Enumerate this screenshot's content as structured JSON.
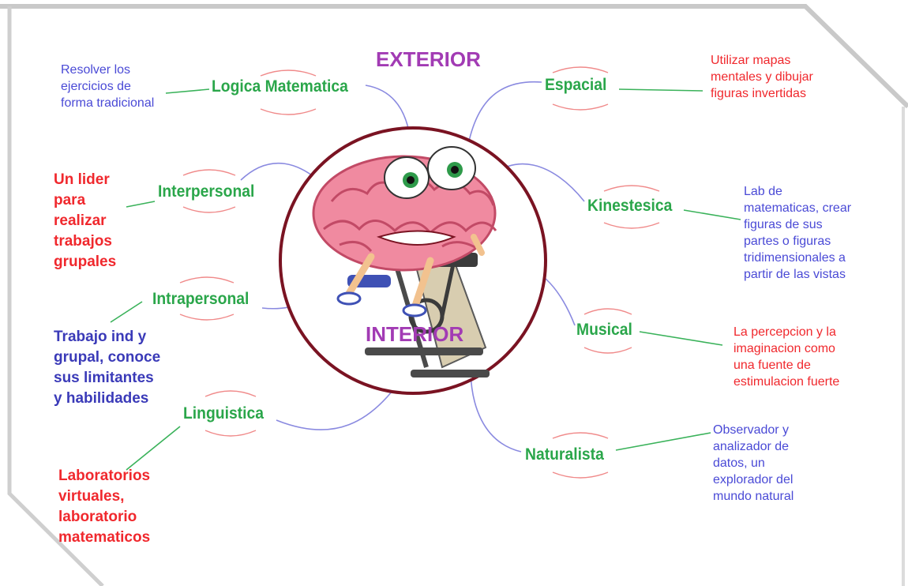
{
  "heading_top": "EXTERIOR",
  "heading_center": "INTERIOR",
  "nodes": {
    "logica": "Logica Matematica",
    "espacial": "Espacial",
    "interpersonal": "Interpersonal",
    "kinestesica": "Kinestesica",
    "intrapersonal": "Intrapersonal",
    "musical": "Musical",
    "linguistica": "Linguistica",
    "naturalista": "Naturalista"
  },
  "notes": {
    "logica": "Resolver los\nejercicios de\nforma tradicional",
    "espacial": "Utilizar mapas\nmentales y dibujar\nfiguras invertidas",
    "interpersonal": "Un lider\npara\nrealizar\ntrabajos\ngrupales",
    "kinestesica": "Lab de\nmatematicas, crear\nfiguras de sus\npartes o figuras\ntridimensionales a\npartir de las vistas",
    "intrapersonal": "Trabajo ind y\ngrupal, conoce\nsus limitantes\ny habilidades",
    "musical": "La percepcion y la\nimaginacion como\nuna fuente de\nestimulacion fuerte",
    "linguistica": "Laboratorios\nvirtuales,\nlaboratorio\nmatematicos",
    "naturalista": "Observador y\nanalizador de\ndatos, un\nexplorador del\nmundo natural"
  },
  "colors": {
    "node": "#2aa64a",
    "heading": "#a23bb4",
    "note_red": "#f0282d",
    "note_blue": "#4a4ad6",
    "circle": "#7a1322",
    "connector": "#8a8ae0",
    "oval": "#f08a8a"
  },
  "icons": [
    "brain-character-icon",
    "exercise-bike-icon"
  ]
}
